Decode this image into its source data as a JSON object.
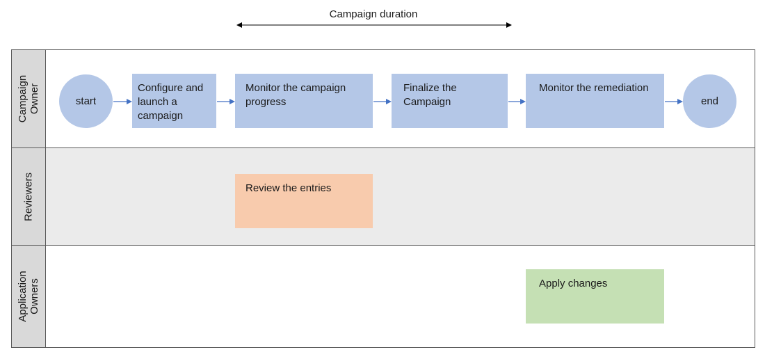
{
  "timeline": {
    "label": "Campaign duration"
  },
  "lanes": [
    {
      "title": "Campaign\nOwner"
    },
    {
      "title": "Reviewers"
    },
    {
      "title": "Application\nOwners"
    }
  ],
  "nodes": {
    "start": "start",
    "configure": "Configure and launch a campaign",
    "monitor_progress": "Monitor the campaign progress",
    "finalize": "Finalize the Campaign",
    "monitor_remediation": "Monitor the remediation",
    "end": "end",
    "review": "Review the entries",
    "apply": "Apply changes"
  },
  "colors": {
    "owner_step": "#b4c7e7",
    "reviewer_step": "#f8cbad",
    "app_owner_step": "#c5e0b4",
    "arrow": "#4472c4"
  }
}
